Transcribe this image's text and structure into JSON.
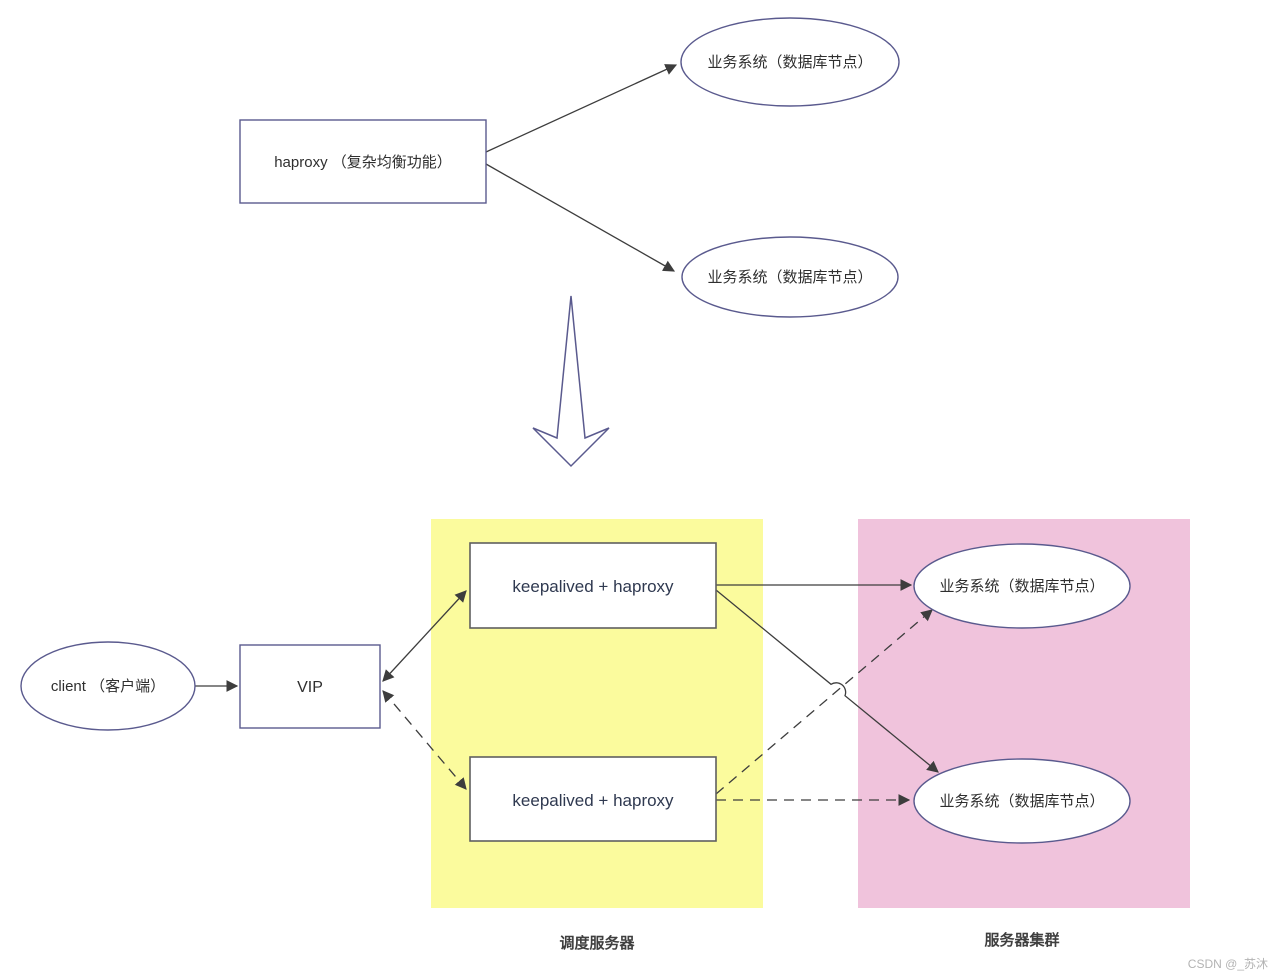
{
  "colors": {
    "scheduler_region_fill": "#FBFB9D",
    "cluster_region_fill": "#F0C3DC",
    "node_stroke": "#5a5a8e",
    "lb_box_stroke": "#5f5f5f",
    "connector": "#3d3d3d",
    "watermark_text": "#b3b3b3"
  },
  "top_flow": {
    "haproxy_label": "haproxy （复杂均衡功能）",
    "nodes": [
      "业务系统（数据库节点）",
      "业务系统（数据库节点）"
    ]
  },
  "bottom_flow": {
    "client_label": "client （客户端）",
    "vip_label": "VIP",
    "lb_nodes": [
      "keepalived + haproxy",
      "keepalived + haproxy"
    ],
    "server_nodes": [
      "业务系统（数据库节点）",
      "业务系统（数据库节点）"
    ],
    "scheduler_region_label": "调度服务器",
    "cluster_region_label": "服务器集群"
  },
  "watermark": "CSDN @_苏沐"
}
